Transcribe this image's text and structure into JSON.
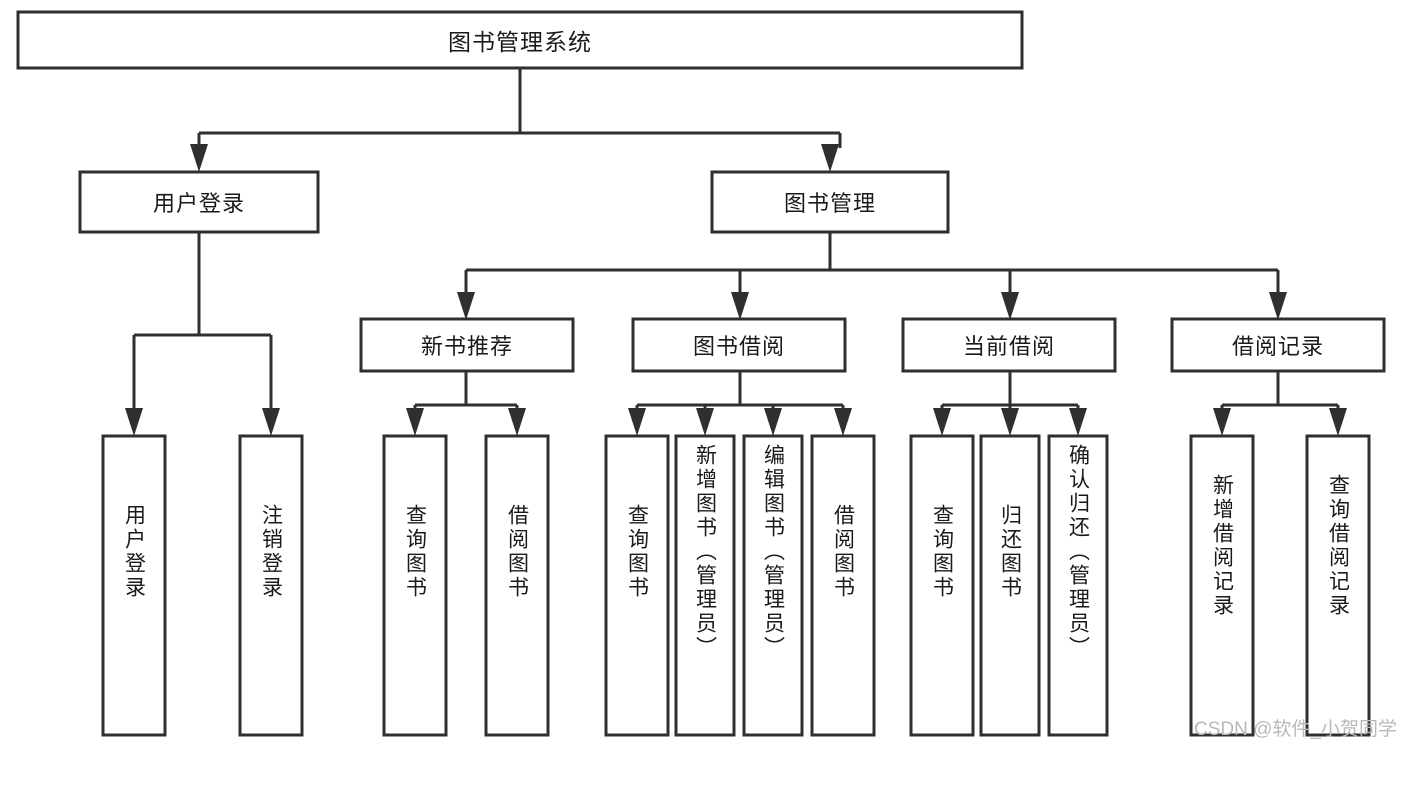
{
  "diagram": {
    "type": "tree-hierarchy",
    "title": "图书管理系统",
    "watermark": "CSDN @软件_小贺同学",
    "colors": {
      "box_stroke": "#2f2f2f",
      "box_fill": "#ffffff",
      "connector": "#2f2f2f",
      "text": "#1a1a1a",
      "watermark": "#b9b9b9",
      "background": "#ffffff"
    },
    "root": {
      "label": "图书管理系统",
      "orientation": "horizontal"
    },
    "level2": [
      {
        "id": "user-login",
        "label": "用户登录",
        "orientation": "horizontal"
      },
      {
        "id": "book-manage",
        "label": "图书管理",
        "orientation": "horizontal"
      }
    ],
    "level3": [
      {
        "id": "new-book-rec",
        "label": "新书推荐",
        "orientation": "horizontal",
        "parent": "book-manage"
      },
      {
        "id": "book-borrow",
        "label": "图书借阅",
        "orientation": "horizontal",
        "parent": "book-manage"
      },
      {
        "id": "current-borrow",
        "label": "当前借阅",
        "orientation": "horizontal",
        "parent": "book-manage"
      },
      {
        "id": "borrow-record",
        "label": "借阅记录",
        "orientation": "horizontal",
        "parent": "book-manage"
      }
    ],
    "leaves": [
      {
        "id": "leaf-user-login",
        "label": "用户登录",
        "parent": "user-login",
        "orientation": "vertical"
      },
      {
        "id": "leaf-logout-login",
        "label": "注销登录",
        "parent": "user-login",
        "orientation": "vertical"
      },
      {
        "id": "leaf-query-book-1",
        "label": "查询图书",
        "parent": "new-book-rec",
        "orientation": "vertical"
      },
      {
        "id": "leaf-borrow-book-1",
        "label": "借阅图书",
        "parent": "new-book-rec",
        "orientation": "vertical"
      },
      {
        "id": "leaf-query-book-2",
        "label": "查询图书",
        "parent": "book-borrow",
        "orientation": "vertical"
      },
      {
        "id": "leaf-add-book",
        "label": "新增图书（管理员）",
        "parent": "book-borrow",
        "orientation": "vertical"
      },
      {
        "id": "leaf-edit-book",
        "label": "编辑图书（管理员）",
        "parent": "book-borrow",
        "orientation": "vertical"
      },
      {
        "id": "leaf-borrow-book-2",
        "label": "借阅图书",
        "parent": "book-borrow",
        "orientation": "vertical"
      },
      {
        "id": "leaf-query-book-3",
        "label": "查询图书",
        "parent": "current-borrow",
        "orientation": "vertical"
      },
      {
        "id": "leaf-return-book",
        "label": "归还图书",
        "parent": "current-borrow",
        "orientation": "vertical"
      },
      {
        "id": "leaf-confirm-return",
        "label": "确认归还（管理员）",
        "parent": "current-borrow",
        "orientation": "vertical"
      },
      {
        "id": "leaf-add-record",
        "label": "新增借阅记录",
        "parent": "borrow-record",
        "orientation": "vertical"
      },
      {
        "id": "leaf-query-record",
        "label": "查询借阅记录",
        "parent": "borrow-record",
        "orientation": "vertical"
      }
    ]
  }
}
